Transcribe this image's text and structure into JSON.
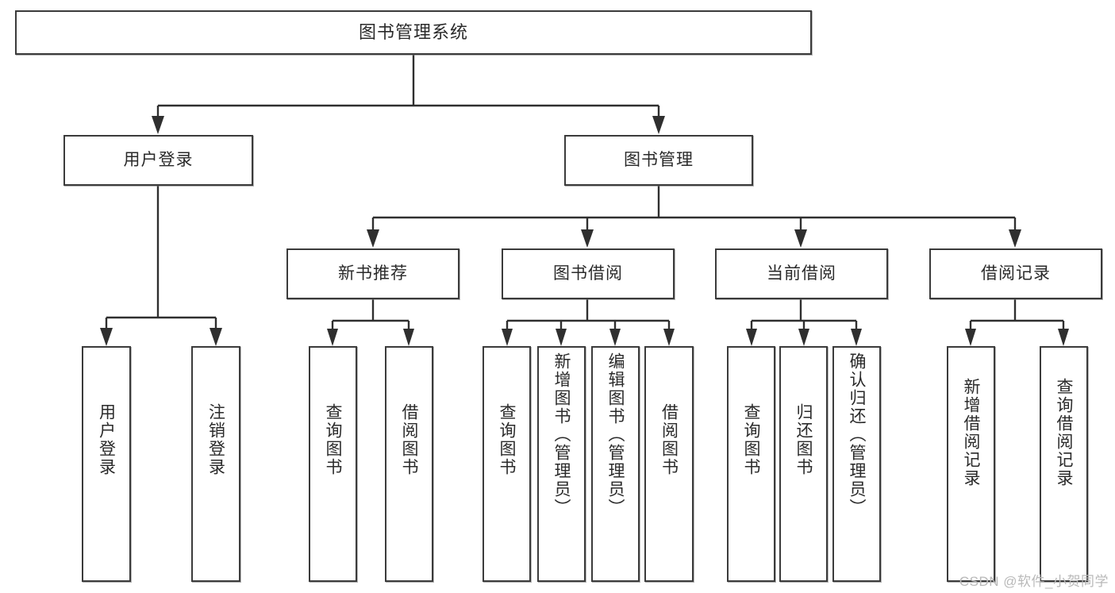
{
  "diagram": {
    "title": "图书管理系统",
    "type": "tree",
    "watermark": "CSDN @软件_小贺同学",
    "colors": {
      "box_border": "#3b3b3b",
      "connector": "#2f2f2f",
      "background": "#ffffff",
      "text": "#2a2a2a",
      "watermark": "#b9b9b9"
    }
  },
  "nodes": {
    "root": {
      "label": "图书管理系统"
    },
    "level1": [
      {
        "label": "用户登录"
      },
      {
        "label": "图书管理"
      }
    ],
    "level2": [
      {
        "label": "新书推荐"
      },
      {
        "label": "图书借阅"
      },
      {
        "label": "当前借阅"
      },
      {
        "label": "借阅记录"
      }
    ],
    "leaves": {
      "user_login": [
        {
          "label": "用户登录"
        },
        {
          "label": "注销登录"
        }
      ],
      "new_book_recommend": [
        {
          "label": "查询图书"
        },
        {
          "label": "借阅图书"
        }
      ],
      "book_borrow": [
        {
          "label": "查询图书"
        },
        {
          "label": "新增图书（管理员）"
        },
        {
          "label": "编辑图书（管理员）"
        },
        {
          "label": "借阅图书"
        }
      ],
      "current_borrow": [
        {
          "label": "查询图书"
        },
        {
          "label": "归还图书"
        },
        {
          "label": "确认归还（管理员）"
        }
      ],
      "borrow_record": [
        {
          "label": "新增借阅记录"
        },
        {
          "label": "查询借阅记录"
        }
      ]
    }
  }
}
